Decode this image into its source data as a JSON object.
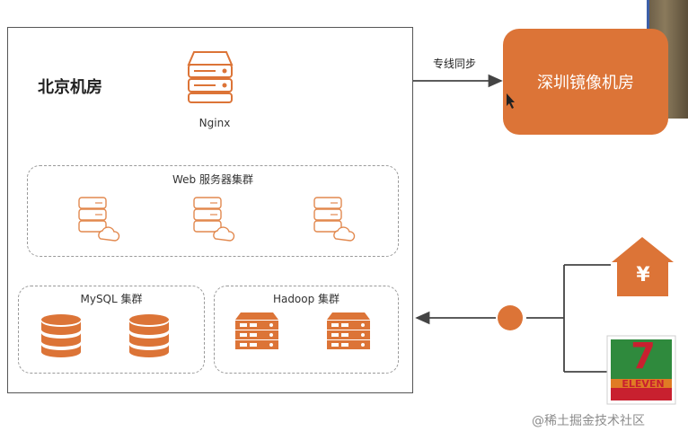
{
  "beijing": {
    "title": "北京机房",
    "nginx_label": "Nginx"
  },
  "clusters": {
    "web": "Web 服务器集群",
    "mysql": "MySQL 集群",
    "hadoop": "Hadoop 集群"
  },
  "shenzhen": {
    "label": "深圳镜像机房"
  },
  "link": {
    "label": "专线同步"
  },
  "payment": {
    "symbol": "¥"
  },
  "store": {
    "logo_text": "ELEVEN",
    "logo_number": "7"
  },
  "watermark": "@稀土掘金技术社区",
  "colors": {
    "accent": "#dc7437",
    "line": "#444444",
    "dash": "#9a9a9a"
  },
  "icons": [
    "server-icon",
    "server-cloud-icon",
    "database-icon",
    "rack-server-icon",
    "yen-house-icon",
    "seven-eleven-logo",
    "cursor-icon"
  ]
}
